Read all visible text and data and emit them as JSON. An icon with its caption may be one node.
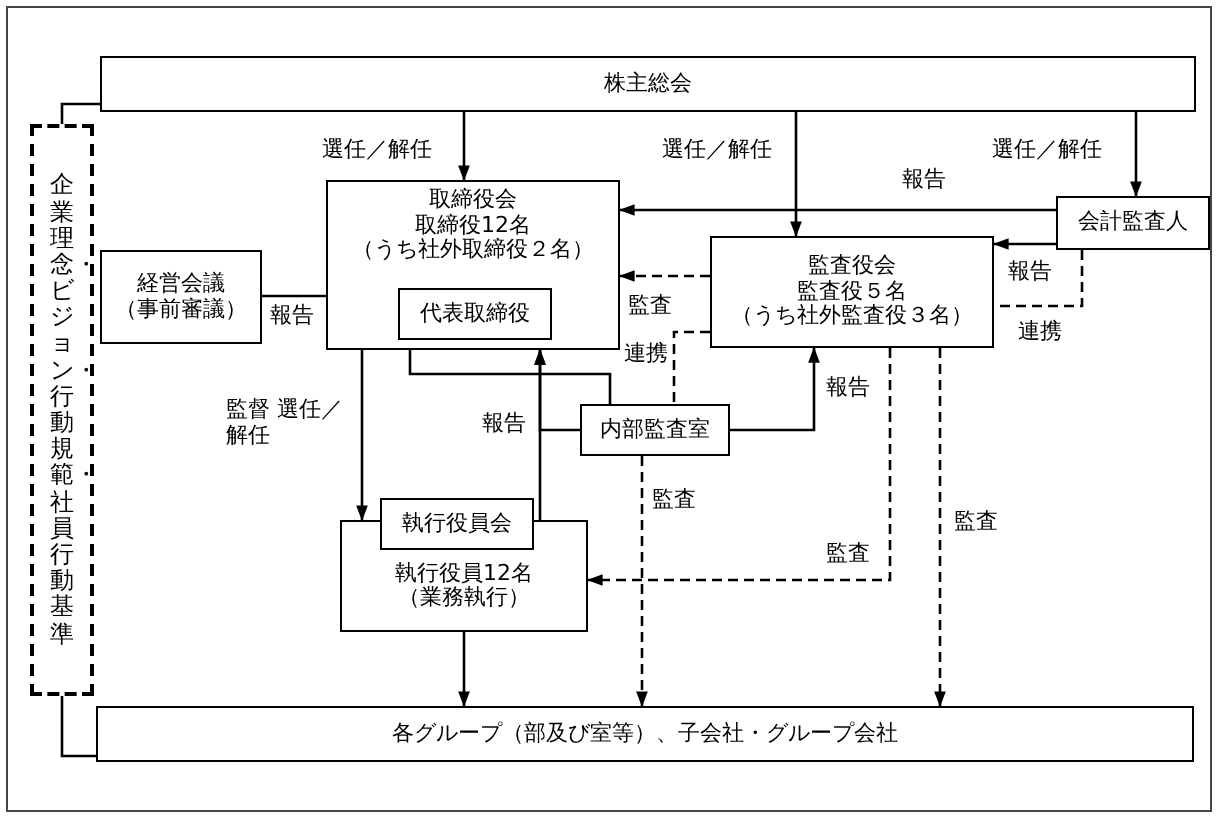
{
  "diagram": {
    "nodes": [
      {
        "text": [
          "株主総会"
        ]
      },
      {
        "text": [
          "企業理念・ビジョン・行動規範・社員行動基準"
        ]
      },
      {
        "text": [
          "経営会議（事前審議）"
        ]
      },
      {
        "text": [
          "取締役会",
          "取締役12名",
          "（うち社外取締役２名）"
        ]
      },
      {
        "text": [
          "代表取締役"
        ],
        "in": 3
      },
      {
        "text": [
          "会計監査人"
        ]
      },
      {
        "text": [
          "監査役会",
          "監査役５名",
          "（うち社外監査役３名）"
        ]
      },
      {
        "text": [
          "内部監査室"
        ]
      },
      {
        "text": [
          "執行役員会"
        ]
      },
      {
        "text": [
          "執行役員12名（業務執行）"
        ]
      },
      {
        "text": [
          "各グループ（部及び室等）、子会社・グループ会社"
        ]
      }
    ],
    "edges": [
      {
        "from": 0,
        "to": 3,
        "arrow": "to",
        "label": "選任／解任"
      },
      {
        "from": 0,
        "to": 6,
        "arrow": "to",
        "label": "選任／解任"
      },
      {
        "from": 0,
        "to": 5,
        "arrow": "to",
        "label": "選任／解任"
      },
      {
        "from": 5,
        "to": 3,
        "arrow": "to",
        "label": "報告"
      },
      {
        "from": 5,
        "to": 6,
        "arrow": "to",
        "label": "報告"
      },
      {
        "from": 5,
        "to": 6,
        "arrow": "none",
        "label": "連携",
        "style": "dashed"
      },
      {
        "from": 2,
        "to": 3,
        "arrow": "none",
        "label": "報告"
      },
      {
        "from": 6,
        "to": 3,
        "arrow": "to",
        "label": "監査",
        "style": "dashed"
      },
      {
        "from": 6,
        "to": 7,
        "arrow": "none",
        "label": "連携",
        "style": "dashed"
      },
      {
        "from": 7,
        "to": 6,
        "arrow": "to",
        "label": "報告"
      },
      {
        "from": 3,
        "to": 7,
        "arrow": "none"
      },
      {
        "from": 3,
        "to": 9,
        "arrow": "to",
        "label": "監督 選任／解任"
      },
      {
        "from": 7,
        "to": 3,
        "arrow": "to",
        "label": "報告"
      },
      {
        "from": 9,
        "to": 3,
        "arrow": "to"
      },
      {
        "from": 6,
        "to": 9,
        "arrow": "to",
        "label": "監査",
        "style": "dashed"
      },
      {
        "from": 7,
        "to": 10,
        "arrow": "to",
        "label": "監査",
        "style": "dashed"
      },
      {
        "from": 6,
        "to": 10,
        "arrow": "to",
        "label": "監査",
        "style": "dashed"
      },
      {
        "from": 9,
        "to": 10,
        "arrow": "to"
      },
      {
        "from": 1,
        "to": 0,
        "arrow": "none"
      },
      {
        "from": 1,
        "to": 10,
        "arrow": "none"
      }
    ]
  }
}
